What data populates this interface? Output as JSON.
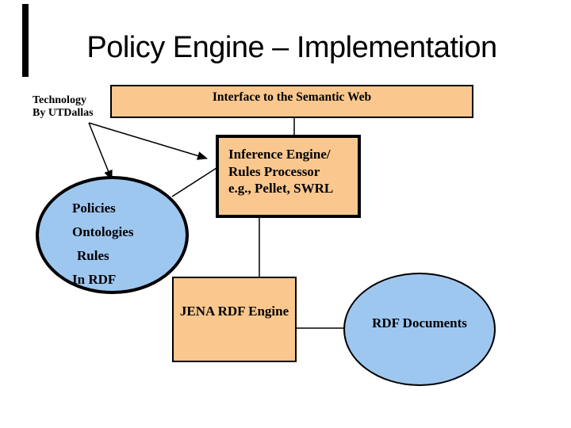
{
  "slide": {
    "title": "Policy Engine – Implementation"
  },
  "annotation": {
    "lines": [
      "Technology",
      "By UTDallas"
    ]
  },
  "nodes": {
    "interface_box": {
      "label": "Interface to the Semantic Web"
    },
    "inference_box": {
      "lines": [
        "Inference Engine/",
        "Rules Processor",
        "e.g., Pellet, SWRL"
      ]
    },
    "policies_ellipse": {
      "lines": [
        "Policies",
        "Ontologies",
        "Rules",
        "In RDF"
      ]
    },
    "jena_box": {
      "label": "JENA RDF Engine"
    },
    "rdf_documents_ellipse": {
      "label": "RDF Documents"
    }
  },
  "colors": {
    "background": "#FFFFFF",
    "box_fill": "#FAC78F",
    "ellipse_fill": "#9EC7F0",
    "connector": "#000000",
    "text": "#000000"
  }
}
